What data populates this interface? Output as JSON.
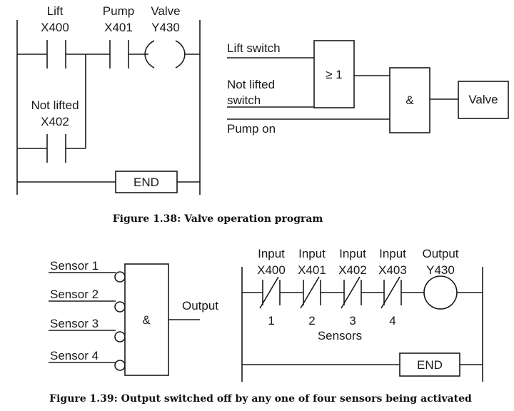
{
  "fig138": {
    "ladder": {
      "lift_name": "Lift",
      "lift_addr": "X400",
      "pump_name": "Pump",
      "pump_addr": "X401",
      "valve_name": "Valve",
      "valve_addr": "Y430",
      "notlifted_name": "Not lifted",
      "notlifted_addr": "X402",
      "end_label": "END"
    },
    "logic": {
      "input_lift": "Lift switch",
      "input_notlifted_1": "Not lifted",
      "input_notlifted_2": "switch",
      "input_pump": "Pump on",
      "or_gate": "≥ 1",
      "and_gate": "&",
      "output": "Valve"
    },
    "caption": "Figure 1.38: Valve operation program"
  },
  "fig139": {
    "logic": {
      "inputs": [
        "Sensor 1",
        "Sensor 2",
        "Sensor 3",
        "Sensor 4"
      ],
      "gate": "&",
      "output": "Output"
    },
    "ladder": {
      "contacts": [
        {
          "name": "Input",
          "addr": "X400",
          "num": "1"
        },
        {
          "name": "Input",
          "addr": "X401",
          "num": "2"
        },
        {
          "name": "Input",
          "addr": "X402",
          "num": "3"
        },
        {
          "name": "Input",
          "addr": "X403",
          "num": "4"
        }
      ],
      "output_name": "Output",
      "output_addr": "Y430",
      "sensors_label": "Sensors",
      "end_label": "END"
    },
    "caption": "Figure 1.39: Output switched off by any one of four sensors being activated"
  }
}
